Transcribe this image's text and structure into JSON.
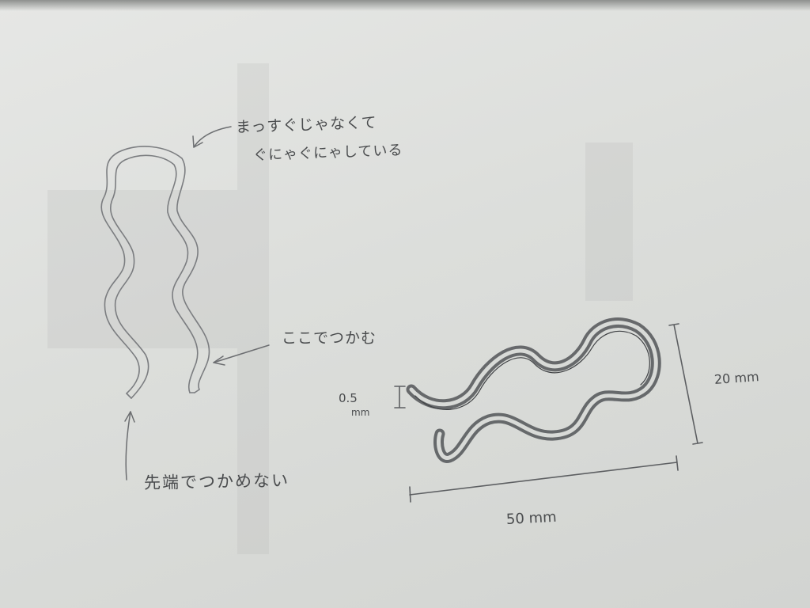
{
  "annotations": {
    "not_straight_line1": "まっすぐじゃなくて",
    "not_straight_line2": "ぐにゃぐにゃしている",
    "grab_here": "ここでつかむ",
    "tip_cannot_grab": "先端でつかめない"
  },
  "dimensions": {
    "thickness_value": "0.5",
    "thickness_unit": "mm",
    "height": "20 mm",
    "width": "50 mm"
  }
}
